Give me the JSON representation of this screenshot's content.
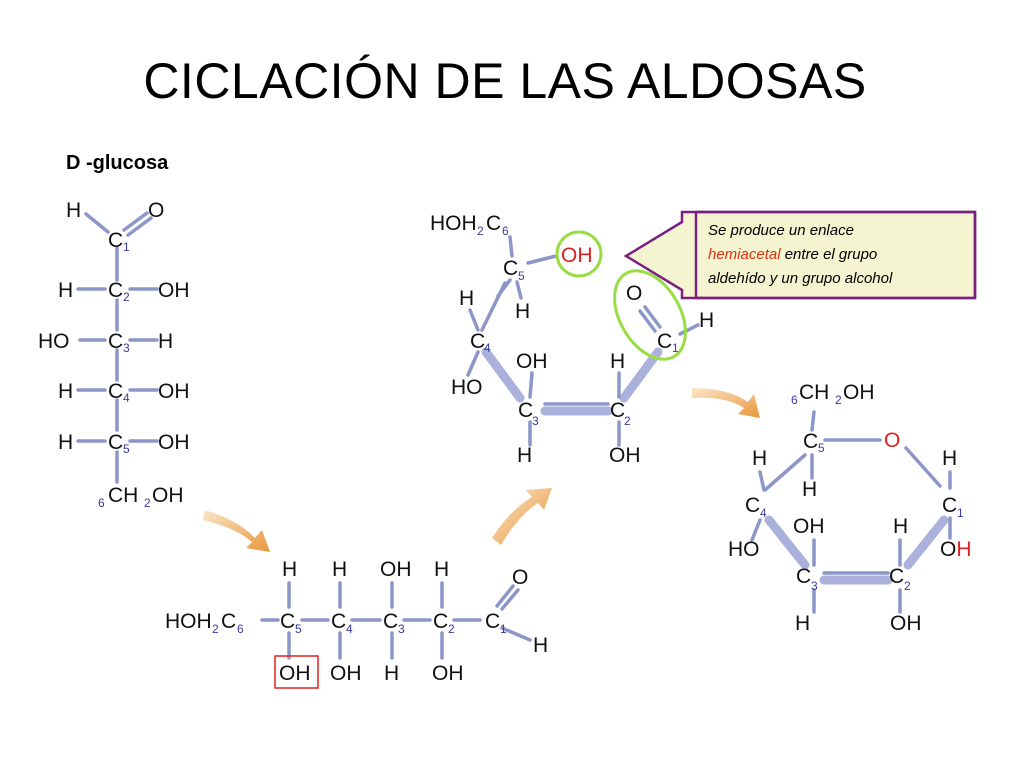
{
  "title": "CICLACIÓN DE LAS ALDOSAS",
  "subtitle": "D -glucosa",
  "atoms": {
    "H": "H",
    "O": "O",
    "C": "C",
    "OH": "OH",
    "HO": "HO",
    "HOH2": "HOH",
    "CH2OH": "CH",
    "OH_tail": "OH",
    "sub2": "2"
  },
  "numbers": [
    "1",
    "2",
    "3",
    "4",
    "5",
    "6"
  ],
  "note": {
    "line1": "Se produce un enlace",
    "line2_red": "hemiacetal",
    "line2_rest": " entre el grupo",
    "line3": "aldehído y un grupo alcohol"
  },
  "colors": {
    "bond": "#8c96c8",
    "highlight_green": "#99dd44",
    "arrow_orange": "#e8a050",
    "note_border": "#7a2080",
    "note_bg": "#f4f4d0",
    "red": "#e02020"
  }
}
